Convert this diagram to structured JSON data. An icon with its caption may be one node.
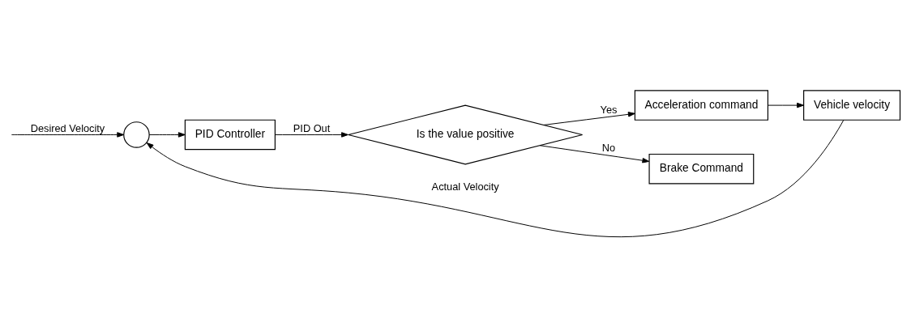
{
  "diagram": {
    "nodes": [
      {
        "text": [],
        "shape": "circle"
      },
      {
        "text": [
          "PID Controller"
        ]
      },
      {
        "text": [
          "Is the value positive"
        ]
      },
      {
        "text": [
          "Acceleration command"
        ]
      },
      {
        "text": [
          "Vehicle velocity"
        ]
      },
      {
        "text": [
          "Brake Command"
        ]
      }
    ],
    "edges": [
      {
        "from": null,
        "to": 0,
        "arrow": "to",
        "label": "Desired Velocity"
      },
      {
        "from": 0,
        "to": 1,
        "arrow": "to"
      },
      {
        "from": 1,
        "to": 2,
        "arrow": "to",
        "label": "PID Out"
      },
      {
        "from": 2,
        "to": 3,
        "arrow": "to",
        "label": "Yes"
      },
      {
        "from": 3,
        "to": 4,
        "arrow": "to"
      },
      {
        "from": 2,
        "to": 5,
        "arrow": "to",
        "label": "No"
      },
      {
        "from": 4,
        "to": 0,
        "arrow": "to",
        "label": "Actual Velocity"
      }
    ]
  }
}
